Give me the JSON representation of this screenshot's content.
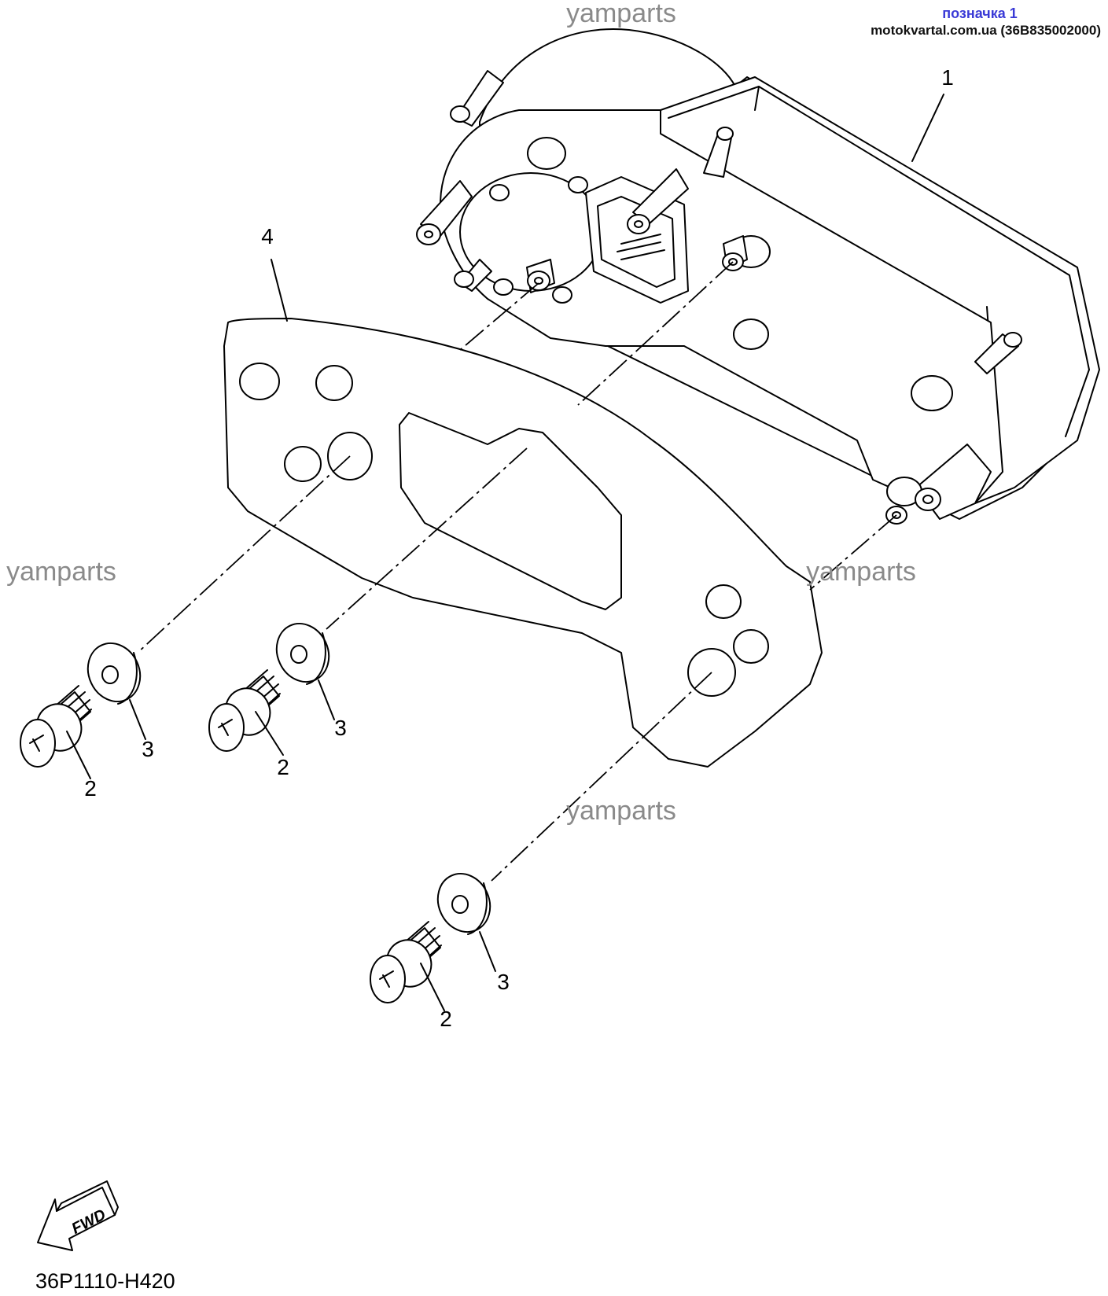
{
  "header": {
    "label": "позначка 1",
    "source": "motokvartal.com.ua (36B835002000)"
  },
  "watermarks": [
    "yamparts",
    "yamparts",
    "yamparts",
    "yamparts"
  ],
  "callouts": {
    "p1": "1",
    "p4": "4",
    "p2a": "2",
    "p2b": "2",
    "p2c": "2",
    "p3a": "3",
    "p3b": "3",
    "p3c": "3"
  },
  "fwd_label": "FWD",
  "diagram_code": "36P1110-H420"
}
